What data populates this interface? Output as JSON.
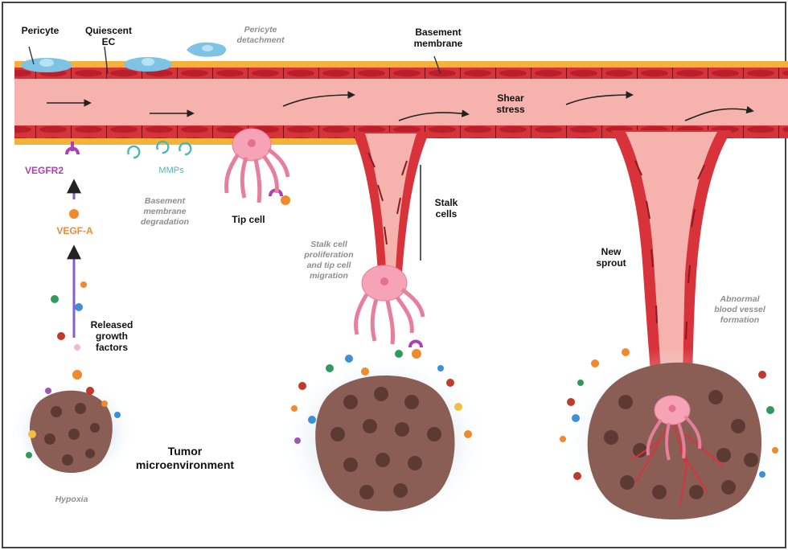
{
  "labels": {
    "pericyte": "Pericyte",
    "quiescent_ec": "Quiescent\nEC",
    "pericyte_detachment": "Pericyte\ndetachment",
    "basement_membrane": "Basement\nmembrane",
    "shear_stress": "Shear\nstress",
    "vegfr2": "VEGFR2",
    "mmps": "MMPs",
    "basement_membrane_degradation": "Basement\nmembrane\ndegradation",
    "tip_cell": "Tip cell",
    "vegf_a": "VEGF-A",
    "stalk_cells": "Stalk\ncells",
    "stalk_cell_proliferation": "Stalk cell\nproliferation\nand tip cell\nmigration",
    "new_sprout": "New\nsprout",
    "abnormal_blood_vessel_formation": "Abnormal\nblood vessel\nformation",
    "released_growth_factors": "Released\ngrowth\nfactors",
    "tumor_microenvironment": "Tumor\nmicroenvironment",
    "hypoxia": "Hypoxia"
  },
  "colors": {
    "vessel_wall": "#d8323a",
    "lumen": "#f6b3ad",
    "basement_membrane": "#f6b13a",
    "pericyte": "#7ec3e3",
    "tip_cell": "#f6a3b6",
    "vegfr2": "#b13fb3",
    "vegf_a": "#f08a2c",
    "mmps": "#4bb8b4",
    "tumor": "#8b5e55",
    "tumor_nucleus": "#5c3a33",
    "hypoxia_halo": "#9fb9cf",
    "flow_arrow": "#222222",
    "note_text": "#8e8e8e"
  }
}
